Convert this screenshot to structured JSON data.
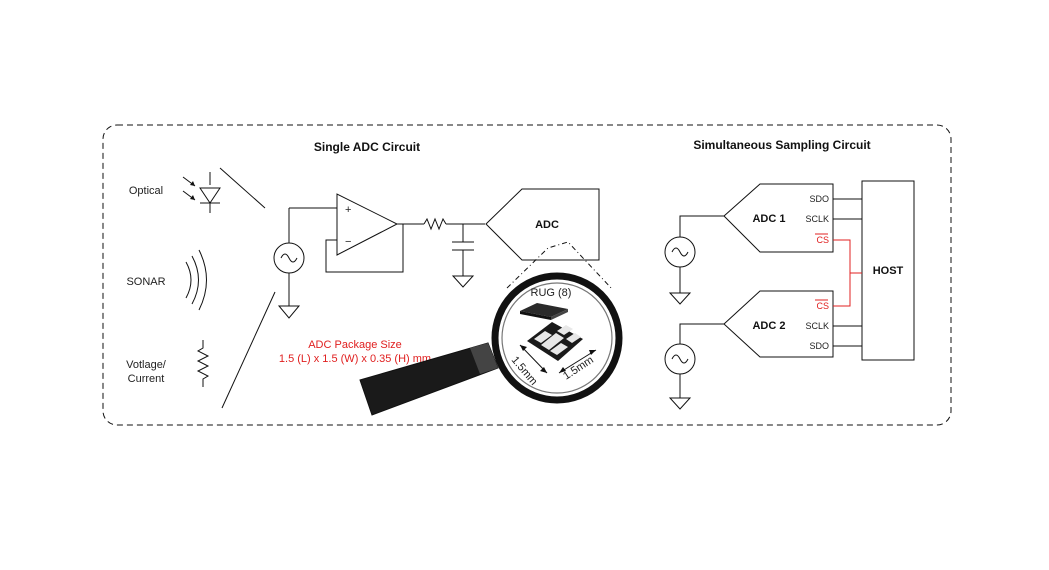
{
  "single_adc": {
    "title": "Single ADC Circuit",
    "sensors": {
      "optical": "Optical",
      "sonar": "SONAR",
      "voltage_line1": "Votlage/",
      "voltage_line2": "Current"
    },
    "adc_label": "ADC",
    "package_title": "ADC Package Size",
    "package_dims": "1.5 (L) x 1.5 (W) x 0.35 (H) mm",
    "package_name": "RUG (8)",
    "dim_left": "1.5mm",
    "dim_right": "1.5mm"
  },
  "simultaneous": {
    "title": "Simultaneous Sampling Circuit",
    "adc1": "ADC 1",
    "adc2": "ADC 2",
    "host": "HOST",
    "pins": {
      "sdo": "SDO",
      "sclk": "SCLK",
      "cs": "CS"
    }
  },
  "colors": {
    "accent": "#e02020",
    "line": "#111111"
  },
  "icons": [
    "photodiode-icon",
    "sonar-waves-icon",
    "resistor-icon",
    "ac-source-icon",
    "ground-icon",
    "op-amp-icon",
    "capacitor-icon",
    "magnifier-icon",
    "chip-package-icon"
  ]
}
